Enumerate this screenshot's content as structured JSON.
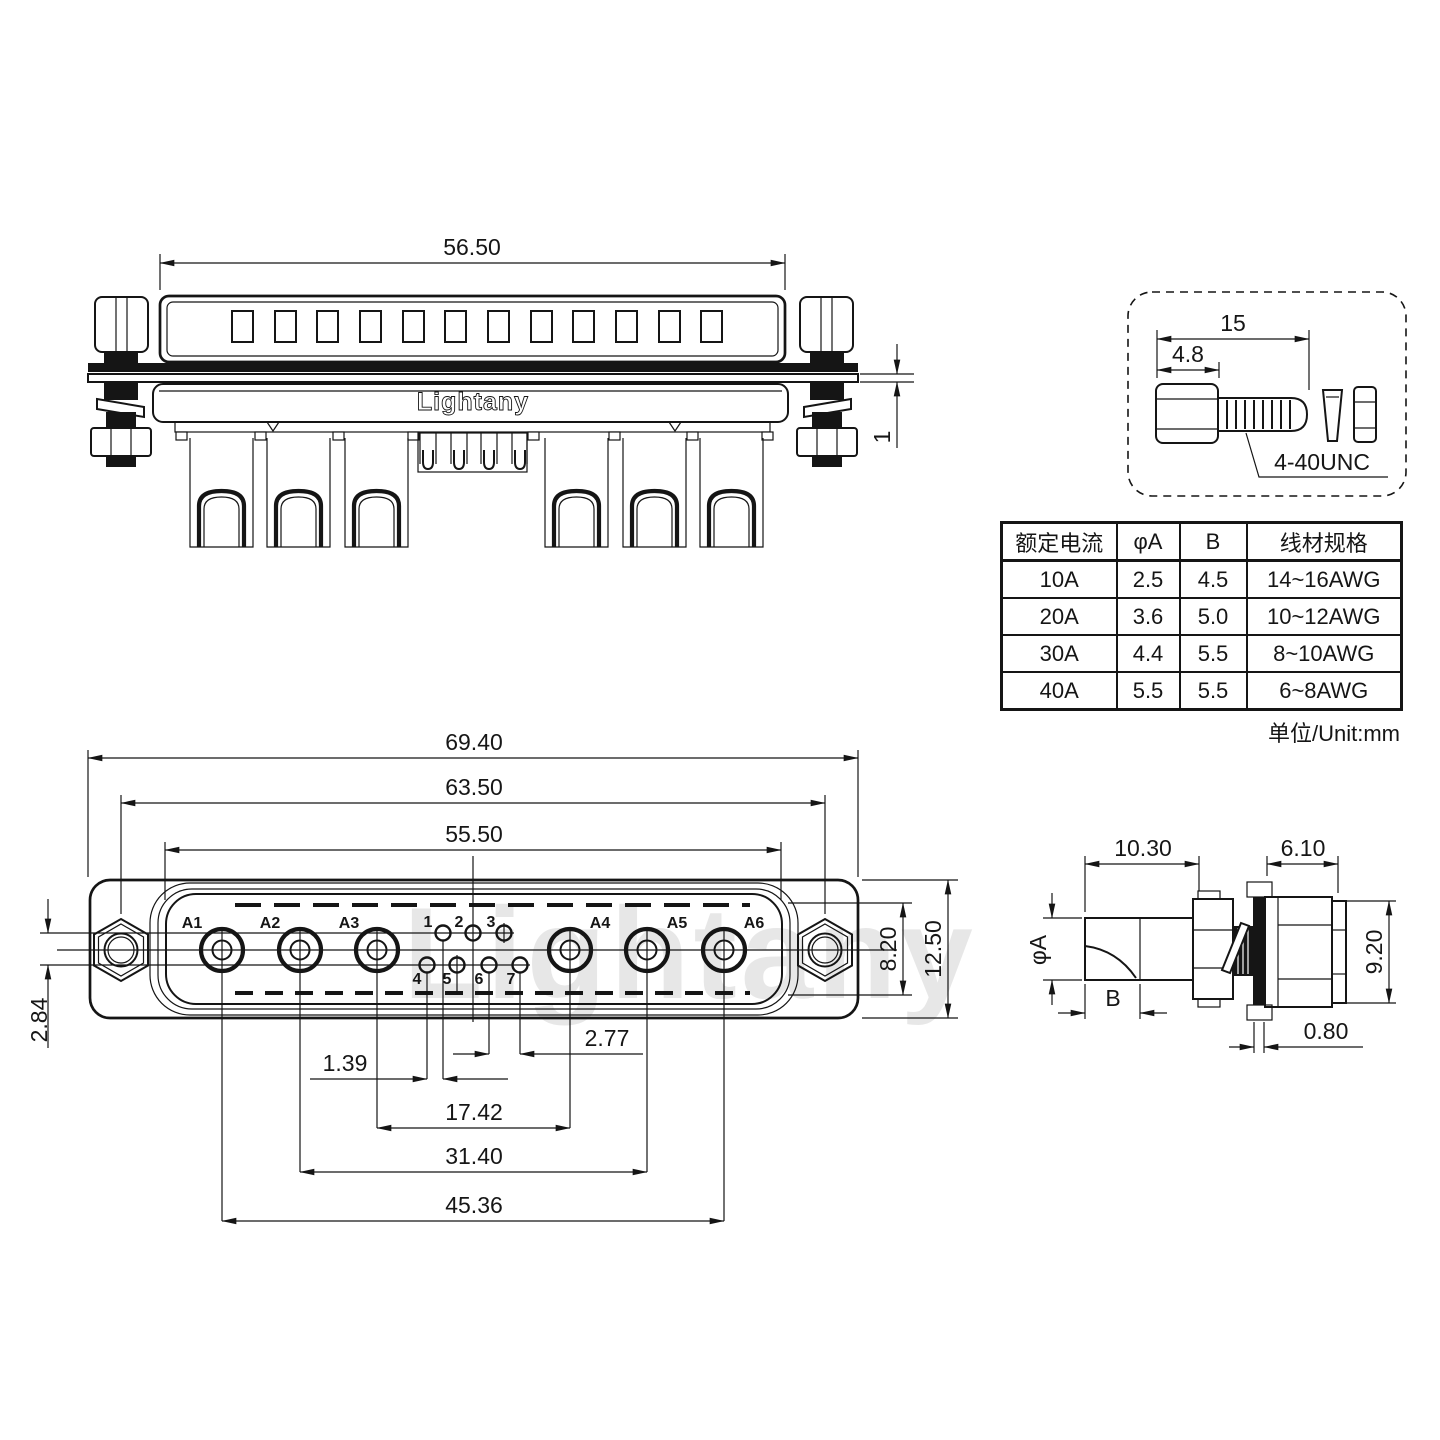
{
  "brand_logo": "Lightany",
  "watermark": "Lightany",
  "rear_view": {
    "dim_width": "56.50",
    "dim_plate_thickness": "1"
  },
  "screw_detail": {
    "dim_total_length": "15",
    "dim_head_length": "4.8",
    "thread_spec": "4-40UNC"
  },
  "front_view": {
    "dim_overall_width": "69.40",
    "dim_mount_hole_spacing": "63.50",
    "dim_shell_width": "55.50",
    "dim_shell_height": "8.20",
    "dim_overall_height": "12.50",
    "dim_row_spacing": "2.84",
    "dim_signal_pitch": "2.77",
    "dim_row_stagger": "1.39",
    "dim_a3_a4": "17.42",
    "dim_a2_a5": "31.40",
    "dim_a1_a6": "45.36",
    "power_pins": [
      "A1",
      "A2",
      "A3",
      "A4",
      "A5",
      "A6"
    ],
    "signal_pins": [
      "1",
      "2",
      "3",
      "4",
      "5",
      "6",
      "7"
    ]
  },
  "side_view": {
    "dim_front_depth": "10.30",
    "dim_rear_depth": "6.10",
    "dim_height": "9.20",
    "dim_contact_diameter": "φA",
    "dim_entry_depth": "B",
    "dim_panel_thickness": "0.80"
  },
  "spec_table": {
    "headers": [
      "额定电流",
      "φA",
      "B",
      "线材规格"
    ],
    "rows": [
      [
        "10A",
        "2.5",
        "4.5",
        "14~16AWG"
      ],
      [
        "20A",
        "3.6",
        "5.0",
        "10~12AWG"
      ],
      [
        "30A",
        "4.4",
        "5.5",
        "8~10AWG"
      ],
      [
        "40A",
        "5.5",
        "5.5",
        "6~8AWG"
      ]
    ],
    "unit_note": "单位/Unit:mm"
  }
}
